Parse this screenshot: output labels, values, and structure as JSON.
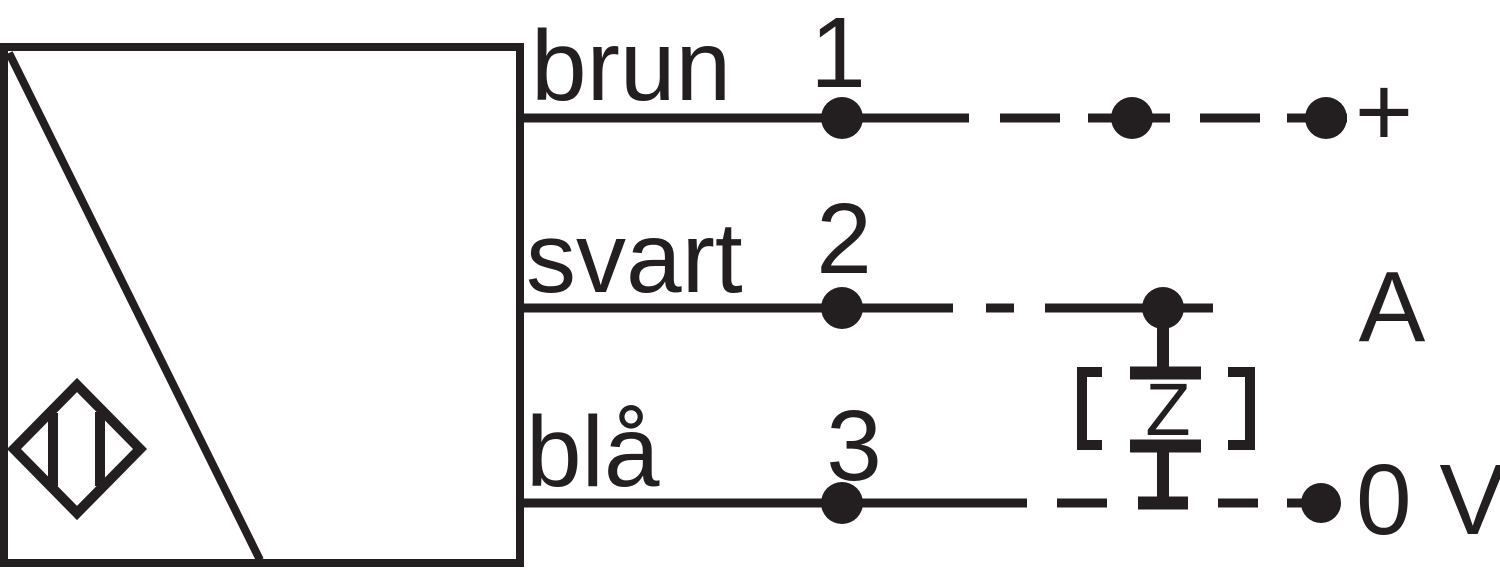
{
  "diagram": {
    "description": "Sensor wiring diagram with three wires",
    "sensor": {
      "symbol": "proximity-sensor-diamond"
    },
    "wires": [
      {
        "label": "brun",
        "pin": "1",
        "terminal": "+"
      },
      {
        "label": "svart",
        "pin": "2",
        "terminal": "A"
      },
      {
        "label": "blå",
        "pin": "3",
        "terminal": "0 V"
      }
    ],
    "load": {
      "label": "Z"
    }
  },
  "colors": {
    "ink": "#231f20",
    "background": "#ffffff"
  }
}
